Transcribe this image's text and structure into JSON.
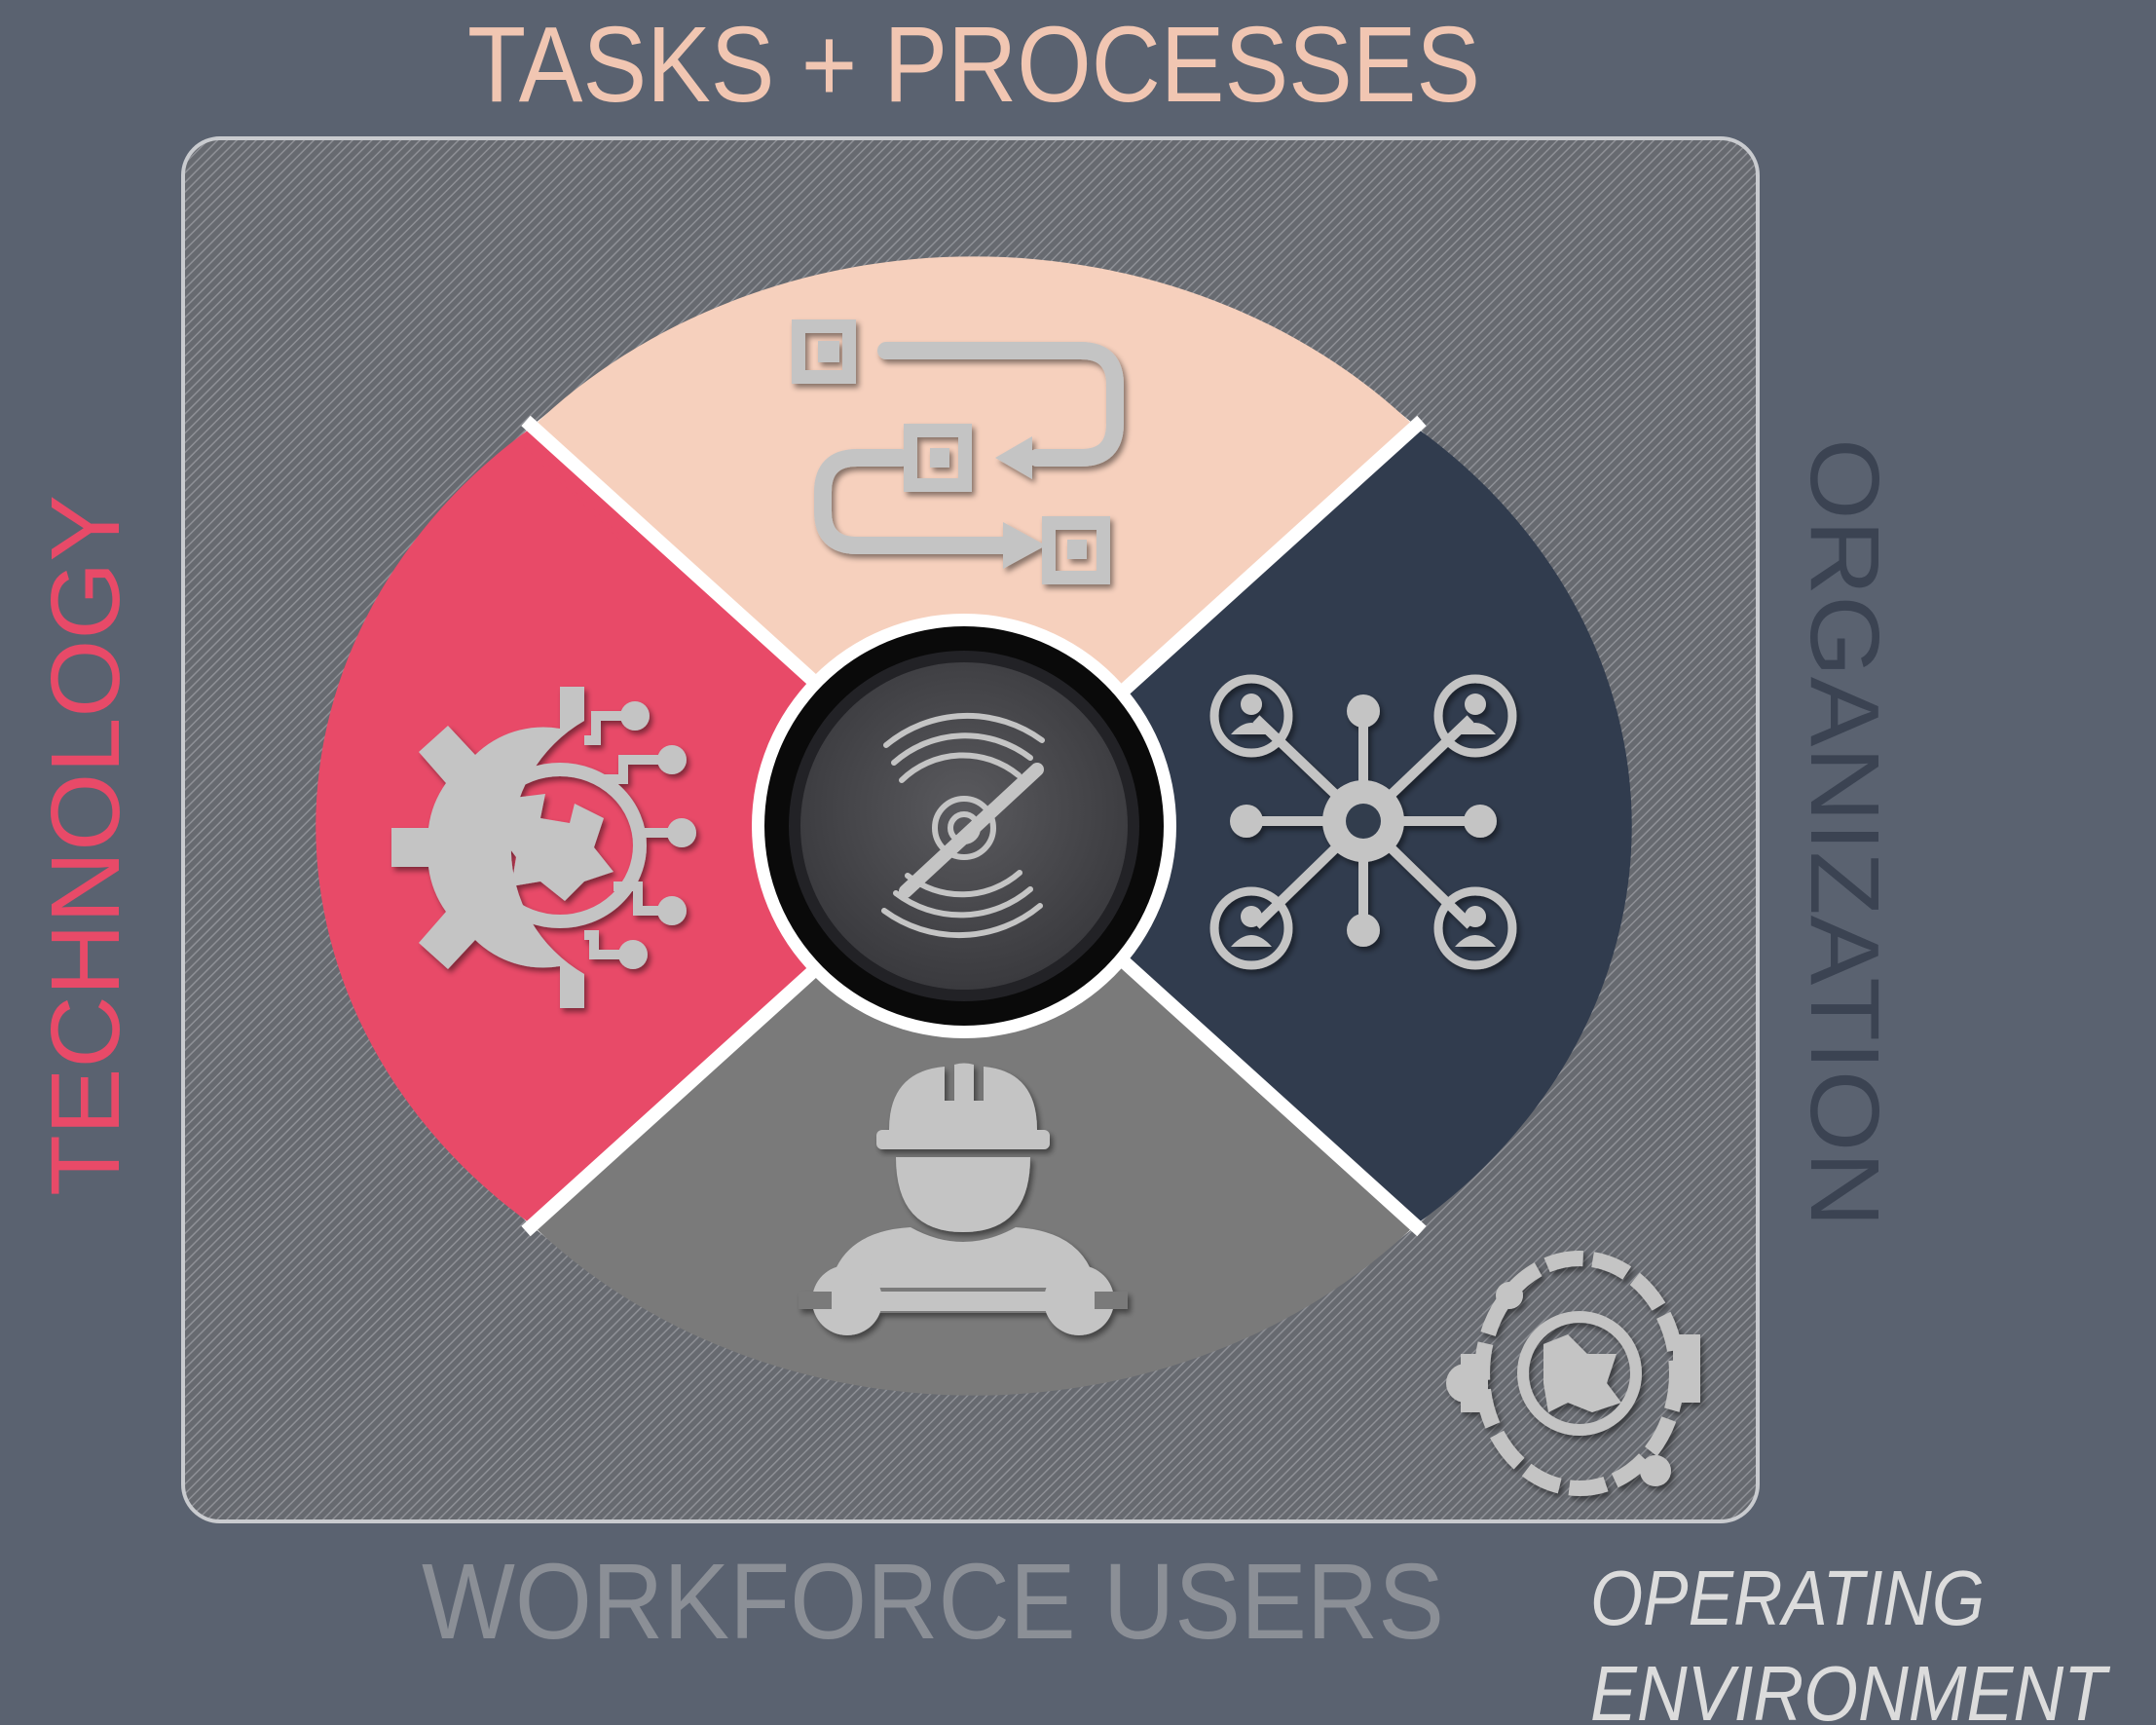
{
  "labels": {
    "top": "TASKS + PROCESSES",
    "left": "TECHNOLOGY",
    "right": "ORGANIZATION",
    "bottom": "WORKFORCE USERS",
    "corner_line1": "OPERATING",
    "corner_line2": "ENVIRONMENT",
    "center_letter": "Z"
  },
  "colors": {
    "background": "#5a6270",
    "tasks_processes": "#f6d0bd",
    "organization": "#313c4e",
    "workforce_users": "#7a7a7a",
    "technology": "#e84a68",
    "icon": "#c4c4c4",
    "label_top": "#f1c6b2",
    "label_left": "#e84a68",
    "label_right": "#3b4352",
    "label_bottom": "#8b8f96",
    "label_corner": "#dcdcdc"
  },
  "icons": {
    "tasks_processes": "flowchart-icon",
    "organization": "network-people-icon",
    "workforce_users": "worker-with-wrench-icon",
    "technology": "gear-circuit-icon",
    "operating_environment": "globe-gear-icon",
    "center": "z-logo-icon"
  }
}
